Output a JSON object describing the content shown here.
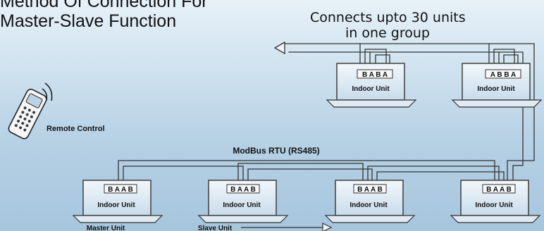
{
  "title": {
    "line1": "Method Of Connection For",
    "line2": "Master-Slave Function"
  },
  "group_note": {
    "line1": "Connects upto 30 units",
    "line2": "in one group"
  },
  "bus_label": "ModBus RTU (RS485)",
  "remote_label": "Remote Control",
  "top_units": [
    {
      "label": "Indoor Unit",
      "terminals": "B A B A"
    },
    {
      "label": "Indoor Unit",
      "terminals": "A B B A"
    }
  ],
  "bottom_units": [
    {
      "label": "Indoor Unit",
      "terminals": "B A A B",
      "role": "Master Unit"
    },
    {
      "label": "Indoor Unit",
      "terminals": "B A A B",
      "role": "Slave Unit"
    },
    {
      "label": "Indoor Unit",
      "terminals": "B A A B"
    },
    {
      "label": "Indoor Unit",
      "terminals": "B A A B"
    }
  ]
}
